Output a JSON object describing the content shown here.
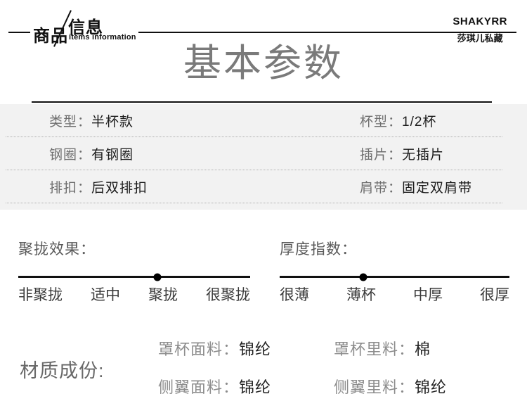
{
  "header": {
    "title_part1": "商品",
    "title_part2": "信息",
    "subtitle": "items information",
    "brand_en": "SHAKYRR",
    "brand_cn": "莎琪儿私藏"
  },
  "section_title": "基本参数",
  "params_table": {
    "rows": [
      {
        "left": {
          "label": "类型：",
          "value": "半杯款"
        },
        "right": {
          "label": "杯型：",
          "value": "1/2杯"
        }
      },
      {
        "left": {
          "label": "钢圈：",
          "value": "有钢圈"
        },
        "right": {
          "label": "插片：",
          "value": "无插片"
        }
      },
      {
        "left": {
          "label": "排扣：",
          "value": "后双排扣"
        },
        "right": {
          "label": "肩带：",
          "value": "固定双肩带"
        }
      }
    ]
  },
  "sliders": [
    {
      "title": "聚拢效果：",
      "labels": [
        "非聚拢",
        "适中",
        "聚拢",
        "很聚拢"
      ],
      "selected": "聚拢"
    },
    {
      "title": "厚度指数：",
      "labels": [
        "很薄",
        "薄杯",
        "中厚",
        "很厚"
      ],
      "selected": "薄杯"
    }
  ],
  "materials": {
    "title": "材质成份:",
    "items": [
      {
        "label": "罩杯面料：",
        "value": "锦纶"
      },
      {
        "label": "罩杯里料：",
        "value": "棉"
      },
      {
        "label": "侧翼面料：",
        "value": "锦纶"
      },
      {
        "label": "侧翼里料：",
        "value": "锦纶"
      }
    ]
  },
  "colors": {
    "ink": "#111111",
    "panel_bg": "#f2f2f2",
    "label_gray": "#6e6e6e",
    "title_gray": "#7a7a7a"
  }
}
